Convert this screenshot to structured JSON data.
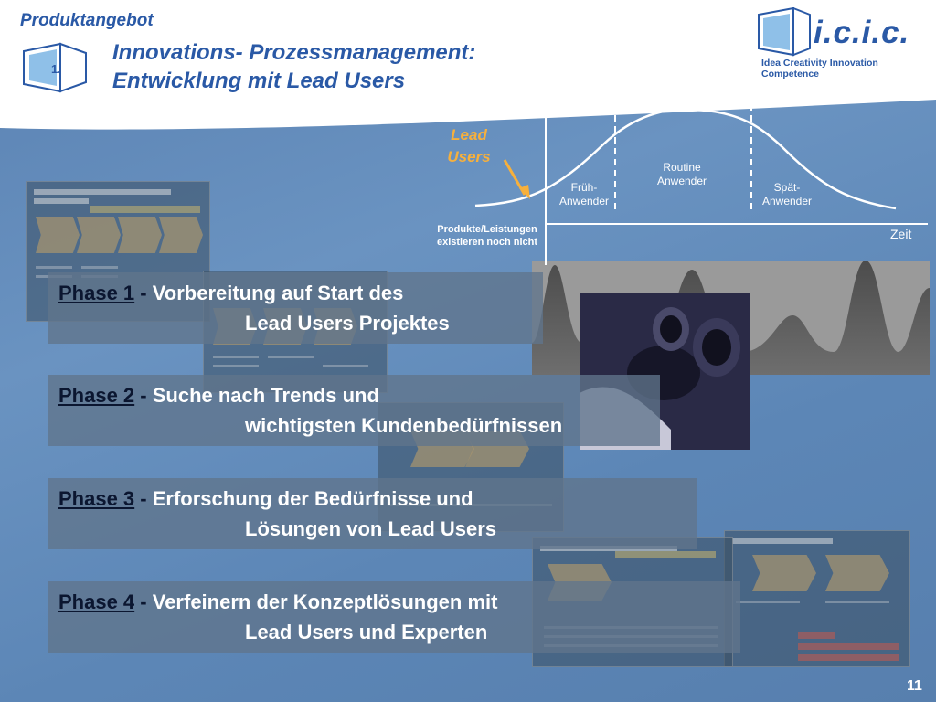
{
  "header": {
    "kicker": "Produktangebot",
    "title_line1": "Innovations- Prozessmanagement:",
    "title_line2": "Entwicklung mit Lead Users",
    "section_number": "1."
  },
  "logo": {
    "name": "i.c.i.c.",
    "tagline": "Idea Creativity Innovation Competence",
    "icon": "window-icon"
  },
  "diagram": {
    "lead_users_line1": "Lead",
    "lead_users_line2": "Users",
    "early_line1": "Früh-",
    "early_line2": "Anwender",
    "routine_line1": "Routine",
    "routine_line2": "Anwender",
    "late_line1": "Spät-",
    "late_line2": "Anwender",
    "products_line1": "Produkte/Leistungen",
    "products_line2": "existieren noch nicht",
    "time_axis": "Zeit"
  },
  "phases": [
    {
      "name": "Phase 1",
      "sep": " - ",
      "text1": "Vorbereitung auf Start des",
      "text2": "Lead Users Projektes"
    },
    {
      "name": "Phase 2",
      "sep": " - ",
      "text1": "Suche nach Trends und",
      "text2": "wichtigsten Kundenbedürfnissen"
    },
    {
      "name": "Phase 3",
      "sep": " - ",
      "text1": "Erforschung der Bedürfnisse und",
      "text2": "Lösungen von Lead Users"
    },
    {
      "name": "Phase 4",
      "sep": " - ",
      "text1": "Verfeinern der Konzeptlösungen mit",
      "text2": "Lead Users und Experten"
    }
  ],
  "page_number": "11",
  "colors": {
    "title_blue": "#2a59a6",
    "lead_orange": "#f7b03c",
    "phase_label": "#0b1630"
  }
}
